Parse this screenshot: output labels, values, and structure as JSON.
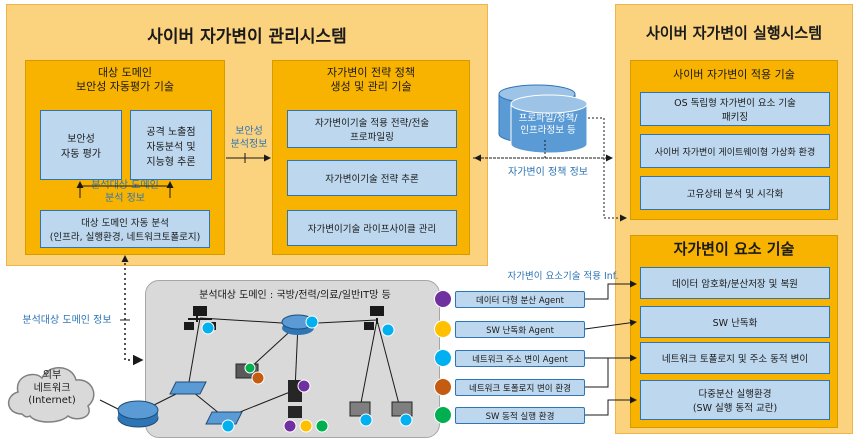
{
  "mgmt": {
    "title": "사이버 자가변이 관리시스템",
    "eval_group": {
      "title": "대상 도메인\n보안성 자동평가 기술",
      "box_a": "보안성\n자동 평가",
      "box_b": "공격 노출점\n자동분석 및\n지능형 추론",
      "inner_label": "분석대상 도메인\n분석 정보",
      "domain_analysis": "대상 도메인 자동 분석\n(인프라, 실행환경, 네트워크토폴로지)"
    },
    "policy_group": {
      "title": "자가변이 전략 정책\n생성 및 관리 기술",
      "items": [
        "자가변이기술 적용 전략/전술\n프로파일링",
        "자가변이기술 전략 추론",
        "자가변이기술 라이프사이클 관리"
      ]
    },
    "security_info_label": "보안성\n분석정보"
  },
  "db": {
    "label": "프로파일/정책/\n인프라정보 등"
  },
  "policy_info_label": "자가변이 정책 정보",
  "exec": {
    "title": "사이버 자가변이 실행시스템",
    "apply_group": {
      "title": "사이버 자가변이 적용 기술",
      "items": [
        "OS 독립형 자가변이 요소 기술\n패키징",
        "사이버 자가변이 게이트웨이형 가상화 환경",
        "고유상태 분석 및 시각화"
      ]
    },
    "element_group": {
      "title": "자가변이 요소 기술",
      "items": [
        "데이터 암호화/분산저장 및 복원",
        "SW 난독화",
        "네트워크 토폴로지 및 주소 동적 변이",
        "다중분산 실행환경\n(SW 실행 동적 교란)"
      ]
    }
  },
  "apply_info_label": "자가변이 요소기술 적용 Inf.",
  "domain": {
    "title": "분석대상 도메인 : 국방/전력/의료/일반IT망 등",
    "agents": [
      {
        "label": "데이터 다형 분산 Agent",
        "color": "#7030a0"
      },
      {
        "label": "SW 난독화 Agent",
        "color": "#ffc000"
      },
      {
        "label": "네트워크 주소 변이 Agent",
        "color": "#00b0f0"
      },
      {
        "label": "네트워크 토폴로지 변이 환경",
        "color": "#c55a11"
      },
      {
        "label": "SW 동적 실행 환경",
        "color": "#00b050"
      }
    ]
  },
  "domain_info_label": "분석대상 도메인 정보",
  "external": {
    "label": "외부\n네트워크\n(Internet)"
  }
}
